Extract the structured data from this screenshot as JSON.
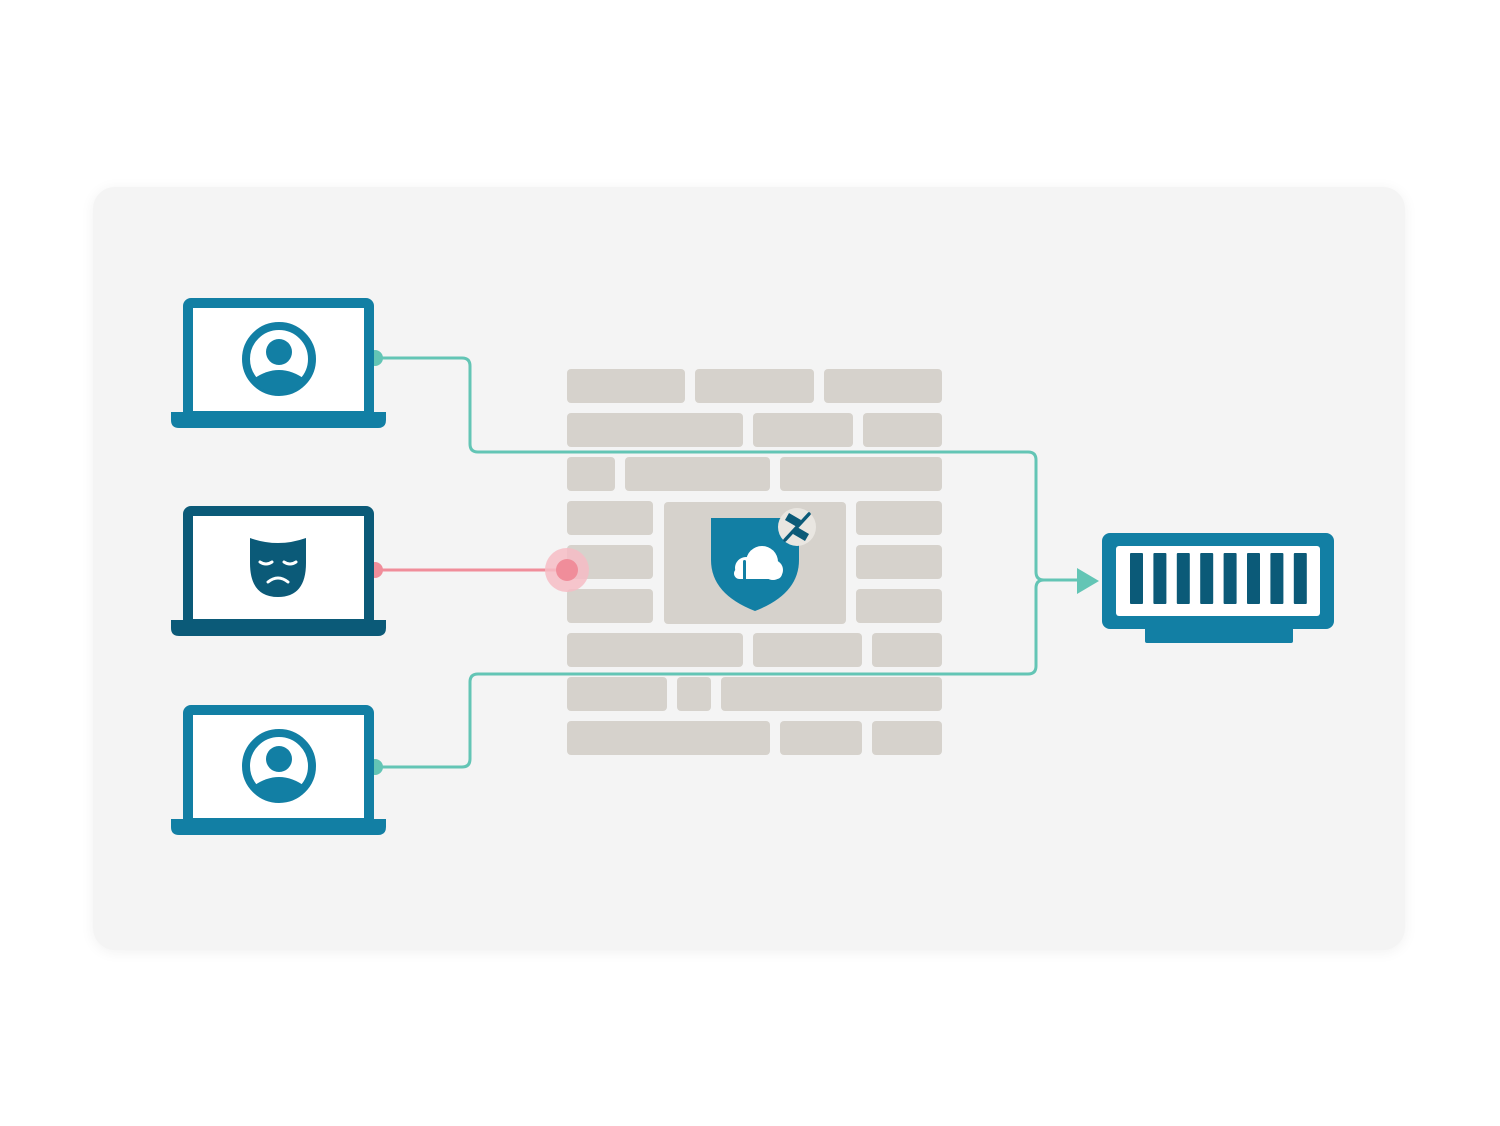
{
  "colors": {
    "background": "#ffffff",
    "panel": "#f4f4f4",
    "brick": "#d6d2cc",
    "trusted_device": "#127fa4",
    "attacker_device": "#0b5a78",
    "screen": "#ffffff",
    "allowed_connection": "#63c5b5",
    "blocked_connection": "#f08d9a",
    "blocked_glow": "#f6bcc4",
    "server": "#127fa4",
    "server_slots": "#0b5a78",
    "shield": "#127fa4",
    "badge": "#e9e6e1",
    "badge_icon": "#0b5a78"
  },
  "diagram": {
    "nodes": [
      {
        "id": "laptop-user-top",
        "icon": "user-icon",
        "role": "trusted"
      },
      {
        "id": "laptop-attacker",
        "icon": "sad-mask-icon",
        "role": "attacker"
      },
      {
        "id": "laptop-user-bottom",
        "icon": "user-icon",
        "role": "trusted"
      },
      {
        "id": "firewall",
        "icon": "cloud-shield-icon",
        "badge_icon": "no-connection-icon"
      },
      {
        "id": "server",
        "icon": "server-rack-icon"
      }
    ],
    "edges": [
      {
        "from": "laptop-user-top",
        "to": "server",
        "status": "allowed"
      },
      {
        "from": "laptop-user-bottom",
        "to": "server",
        "status": "allowed"
      },
      {
        "from": "laptop-attacker",
        "to": "firewall",
        "status": "blocked"
      }
    ]
  }
}
